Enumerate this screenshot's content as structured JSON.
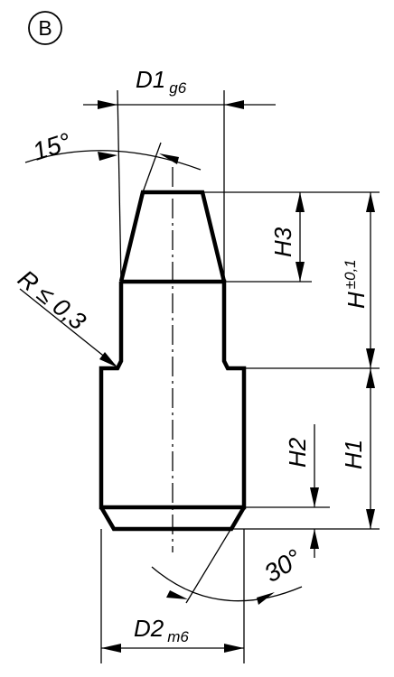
{
  "view_label": "B",
  "dimensions": {
    "d1": {
      "main": "D1",
      "sub": "g6"
    },
    "d2": {
      "main": "D2",
      "sub": "m6"
    },
    "h": {
      "main": "H",
      "sup": "±0,1"
    },
    "h1": "H1",
    "h2": "H2",
    "h3": "H3",
    "angle_top": "15°",
    "angle_bottom": "30°",
    "radius": "R ≤ 0,3"
  }
}
